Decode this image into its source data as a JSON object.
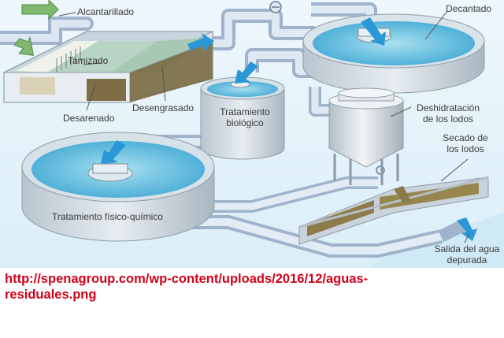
{
  "diagram": {
    "labels": {
      "alcantarillado": "Alcantarillado",
      "tamizado": "Tamizado",
      "desarenado": "Desarenado",
      "desengrasado": "Desengrasado",
      "decantado": "Decantado",
      "tratamiento_biologico_1": "Tratamiento",
      "tratamiento_biologico_2": "biológico",
      "deshidratacion_1": "Deshidratación",
      "deshidratacion_2": "de los lodos",
      "secado_1": "Secado de",
      "secado_2": "los lodos",
      "fisico_quimico": "Tratamiento físico-químico",
      "salida_1": "Salida del agua",
      "salida_2": "depurada"
    },
    "colors": {
      "background": "#e6f3fa",
      "pipe": "#c9d9ec",
      "water": "#5fb9dc",
      "sludge": "#8a7a4a",
      "flow_arrow": "#1f8fd0",
      "inlet_arrow": "#6fae63"
    }
  },
  "caption": {
    "line1": "http://spenagroup.com/wp-content/uploads/2016/12/aguas-",
    "line2": "residuales.png"
  }
}
